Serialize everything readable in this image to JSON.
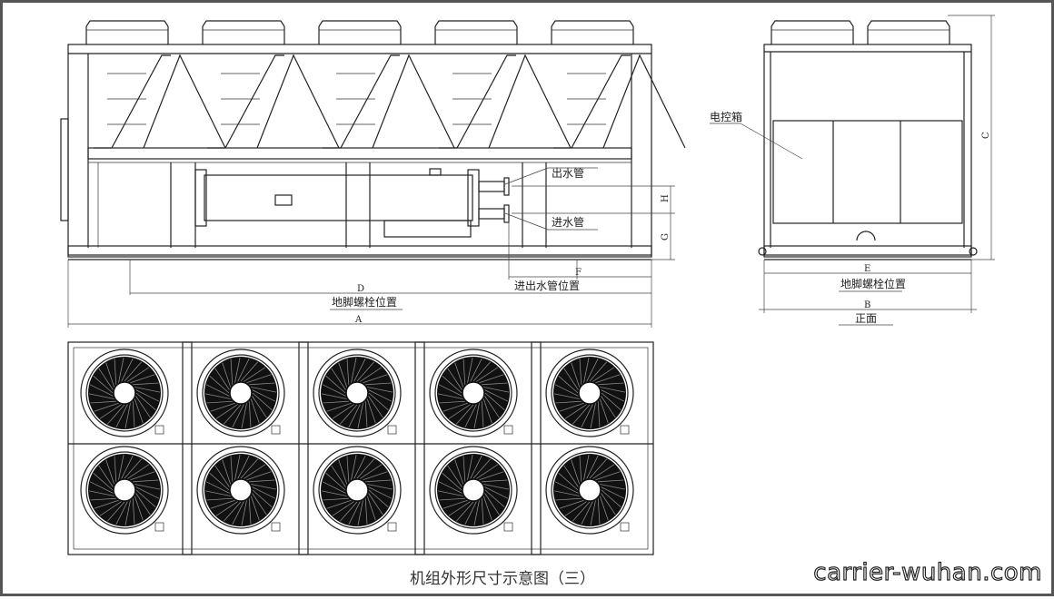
{
  "labels": {
    "outlet_pipe": "出水管",
    "inlet_pipe": "进水管",
    "pipe_position": "进出水管位置",
    "anchor_bolt_left": "地脚螺栓位置",
    "anchor_bolt_right": "地脚螺栓位置",
    "control_box": "电控箱",
    "front_view": "正面",
    "dim_a": "A",
    "dim_b": "B",
    "dim_c": "C",
    "dim_d": "D",
    "dim_e": "E",
    "dim_f": "F",
    "dim_g": "G",
    "dim_h": "H"
  },
  "caption": "机组外形尺寸示意图（三）",
  "watermark": "carrier-wuhan.com",
  "fan_count_top": 10
}
